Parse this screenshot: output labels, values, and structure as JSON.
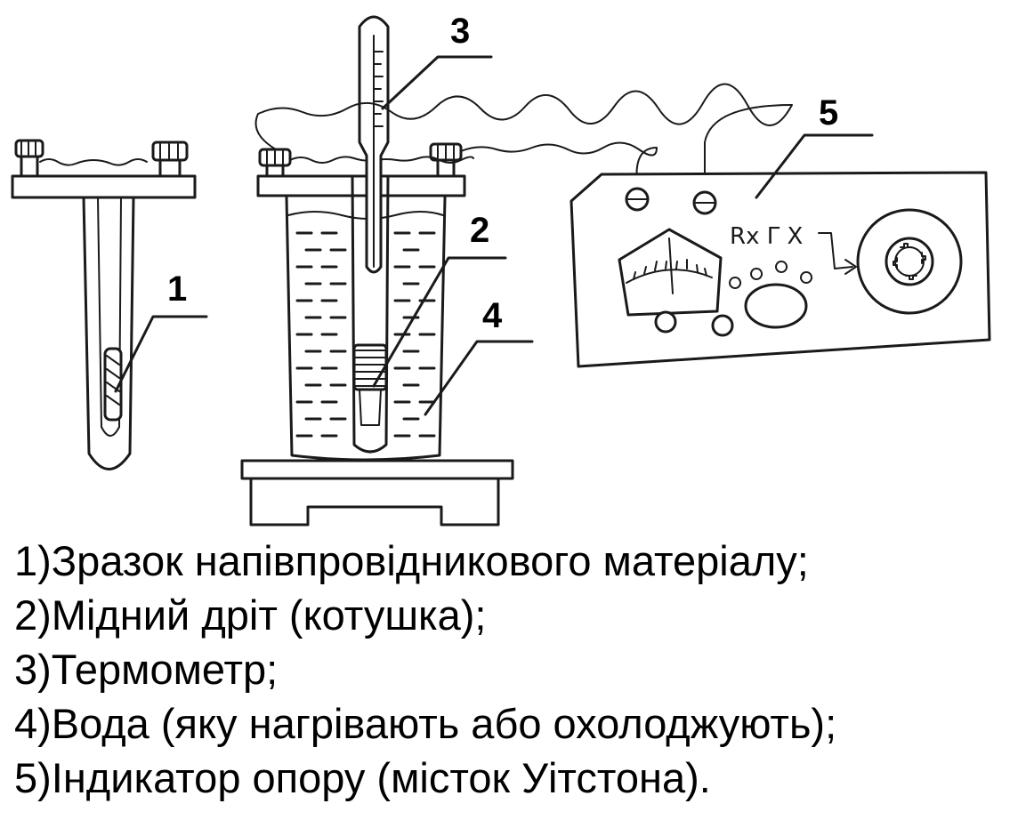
{
  "callouts": [
    "1",
    "2",
    "3",
    "4",
    "5"
  ],
  "meter_label": "Rx Γ X",
  "legend": [
    "1)Зразок напівпровідникового матеріалу;",
    "2)Мідний дріт (котушка);",
    "3)Термометр;",
    "4)Вода (яку нагрівають або охолоджують);",
    "5)Індикатор опору (місток Уітстона)."
  ]
}
